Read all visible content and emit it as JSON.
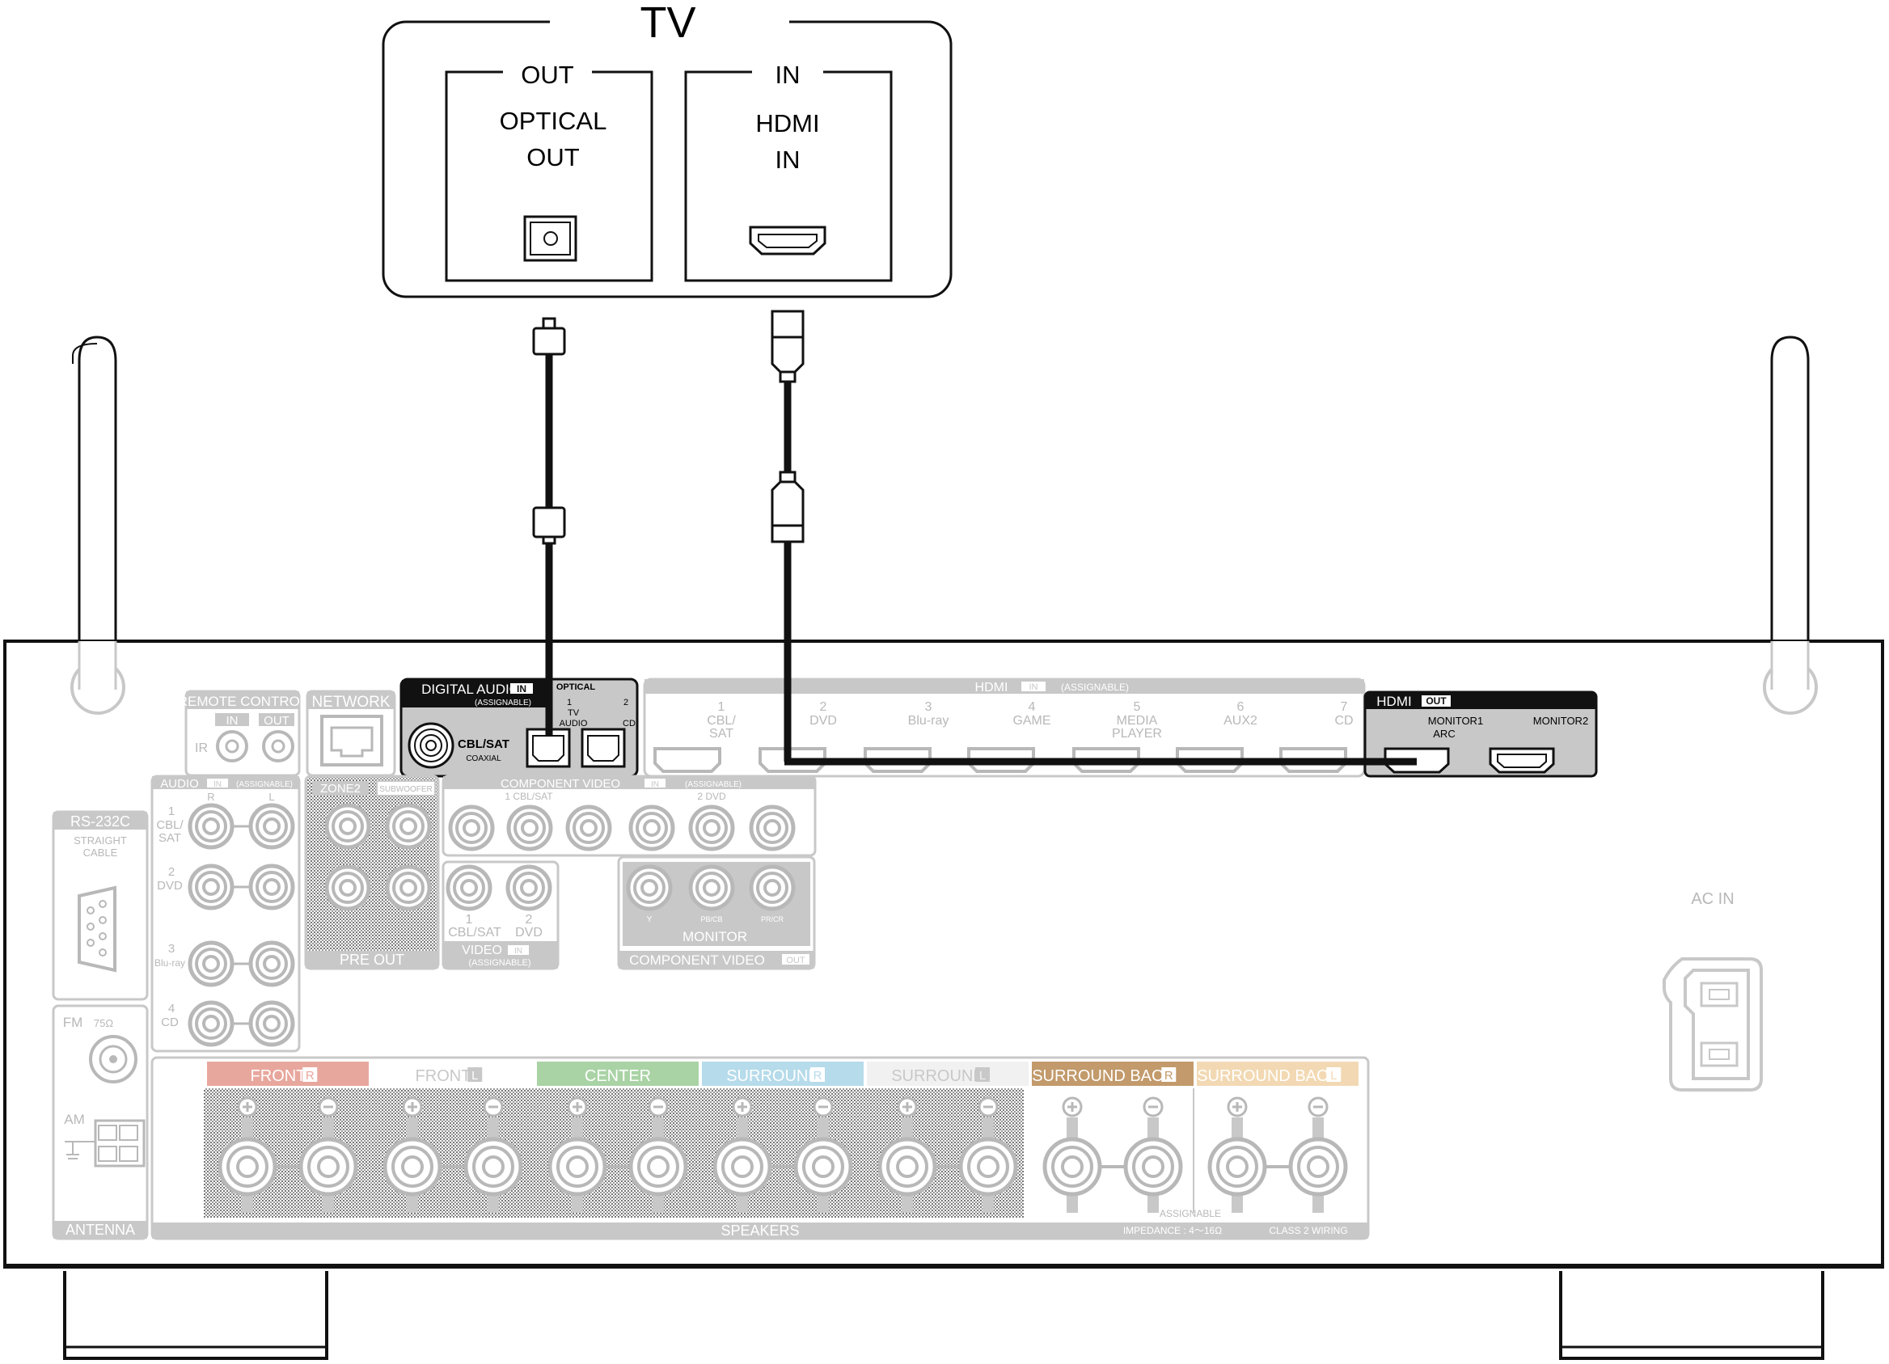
{
  "tv": {
    "title": "TV",
    "out_label": "OUT",
    "in_label": "IN",
    "optical_line1": "OPTICAL",
    "optical_line2": "OUT",
    "hdmi_line1": "HDMI",
    "hdmi_line2": "IN"
  },
  "receiver": {
    "remote_control": {
      "title": "REMOTE CONTROL",
      "in": "IN",
      "out": "OUT",
      "ir": "IR"
    },
    "network": "NETWORK",
    "digital_audio": {
      "title": "DIGITAL AUDIO",
      "in": "IN",
      "assignable": "(ASSIGNABLE)",
      "optical": "OPTICAL",
      "opt1_num": "1",
      "opt1_line1": "TV",
      "opt1_line2": "AUDIO",
      "opt2_num": "2",
      "opt2_label": "CD",
      "coaxial_main": "CBL/SAT",
      "coaxial_sub": "COAXIAL"
    },
    "hdmi_in": {
      "title": "HDMI",
      "in": "IN",
      "assignable": "(ASSIGNABLE)",
      "inputs": [
        {
          "num": "1",
          "line1": "CBL/",
          "line2": "SAT"
        },
        {
          "num": "2",
          "line1": "DVD",
          "line2": ""
        },
        {
          "num": "3",
          "line1": "Blu-ray",
          "line2": ""
        },
        {
          "num": "4",
          "line1": "GAME",
          "line2": ""
        },
        {
          "num": "5",
          "line1": "MEDIA",
          "line2": "PLAYER"
        },
        {
          "num": "6",
          "line1": "AUX2",
          "line2": ""
        },
        {
          "num": "7",
          "line1": "CD",
          "line2": ""
        }
      ]
    },
    "hdmi_out": {
      "title": "HDMI",
      "out": "OUT",
      "monitor1_line1": "MONITOR1",
      "monitor1_line2": "ARC",
      "monitor2": "MONITOR2"
    },
    "audio_in": {
      "title": "AUDIO",
      "in": "IN",
      "assignable": "(ASSIGNABLE)",
      "r": "R",
      "l": "L",
      "rows": [
        {
          "num": "1",
          "line1": "CBL/",
          "line2": "SAT"
        },
        {
          "num": "2",
          "line1": "DVD",
          "line2": ""
        },
        {
          "num": "3",
          "line1": "Blu-ray",
          "line2": ""
        },
        {
          "num": "4",
          "line1": "CD",
          "line2": ""
        }
      ]
    },
    "rs232c": {
      "title": "RS-232C",
      "line1": "STRAIGHT",
      "line2": "CABLE"
    },
    "zone2": "ZONE2",
    "subwoofer": "SUBWOOFER",
    "pre_out": "PRE OUT",
    "component_video_in": {
      "title": "COMPONENT VIDEO",
      "in": "IN",
      "assignable": "(ASSIGNABLE)",
      "group1": "1 CBL/SAT",
      "group2": "2 DVD"
    },
    "video_in": {
      "num1": "1",
      "label1": "CBL/SAT",
      "num2": "2",
      "label2": "DVD",
      "title": "VIDEO",
      "in": "IN",
      "assignable": "(ASSIGNABLE)"
    },
    "component_video_out": {
      "title": "COMPONENT VIDEO",
      "out": "OUT",
      "monitor": "MONITOR",
      "y": "Y",
      "pb": "PB/CB",
      "pr": "PR/CR"
    },
    "ac_in": "AC IN",
    "antenna": {
      "fm": "FM",
      "ohm": "75Ω",
      "am": "AM",
      "title": "ANTENNA"
    },
    "speakers": {
      "title": "SPEAKERS",
      "assignable": "ASSIGNABLE",
      "impedance": "IMPEDANCE : 4～16Ω",
      "class2": "CLASS 2 WIRING",
      "channels": [
        {
          "label": "FRONT",
          "side": "R",
          "color": "#e8a79d"
        },
        {
          "label": "FRONT",
          "side": "L",
          "color": "#ffffff"
        },
        {
          "label": "CENTER",
          "side": "",
          "color": "#a9d3a5"
        },
        {
          "label": "SURROUND",
          "side": "R",
          "color": "#b6dbea"
        },
        {
          "label": "SURROUND",
          "side": "L",
          "color": "#f1f1f1"
        },
        {
          "label": "SURROUND BACK",
          "side": "R",
          "color": "#c29a6b"
        },
        {
          "label": "SURROUND BACK",
          "side": "L",
          "color": "#f2d9b3"
        }
      ]
    }
  }
}
